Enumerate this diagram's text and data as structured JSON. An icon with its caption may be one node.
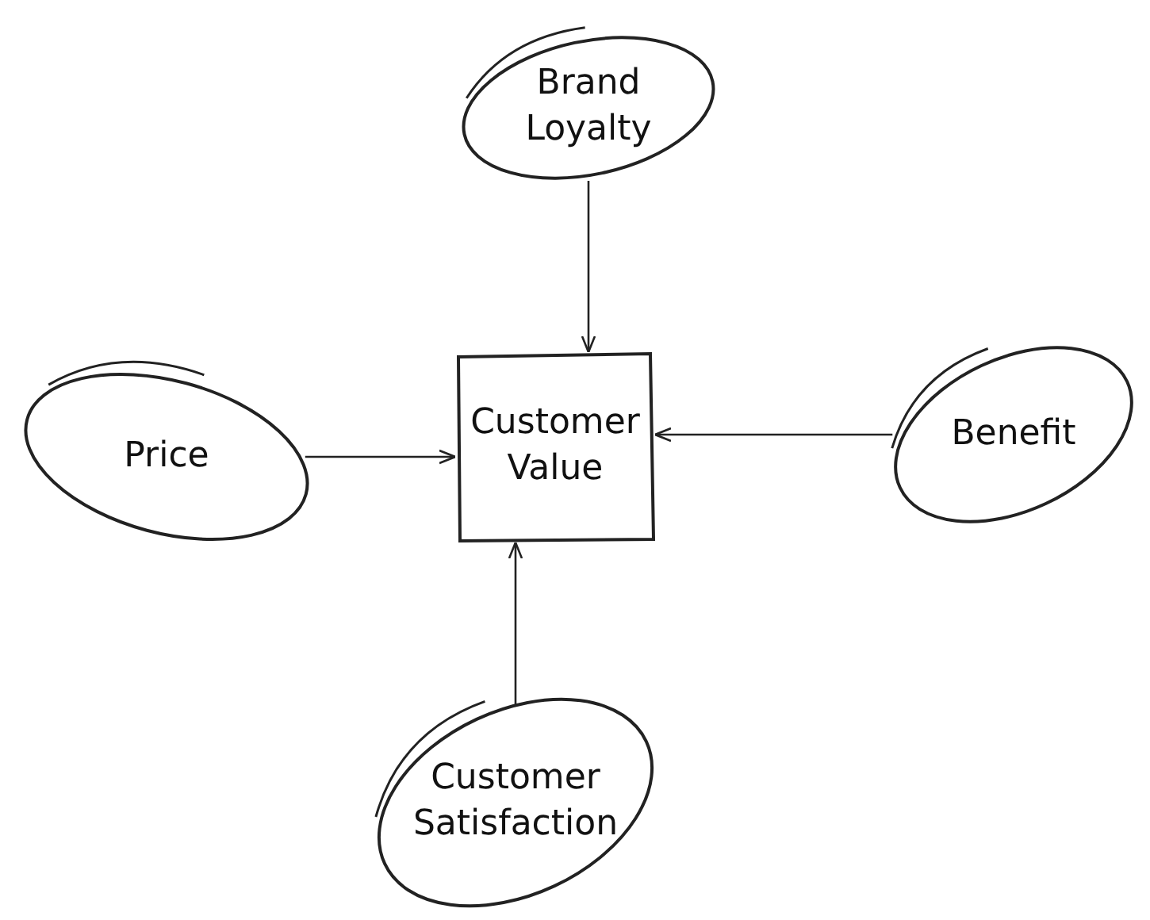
{
  "diagram": {
    "nodes": [
      {
        "text": [
          "Customer Value"
        ]
      },
      {
        "text": [
          "Brand Loyalty"
        ]
      },
      {
        "text": [
          "Price"
        ]
      },
      {
        "text": [
          "Benefit"
        ]
      },
      {
        "text": [
          "Customer Satisfaction"
        ]
      }
    ],
    "edges": [
      {
        "from": 1,
        "to": 0,
        "arrow": "to"
      },
      {
        "from": 2,
        "to": 0,
        "arrow": "to"
      },
      {
        "from": 3,
        "to": 0,
        "arrow": "to"
      },
      {
        "from": 4,
        "to": 0,
        "arrow": "to"
      }
    ]
  }
}
